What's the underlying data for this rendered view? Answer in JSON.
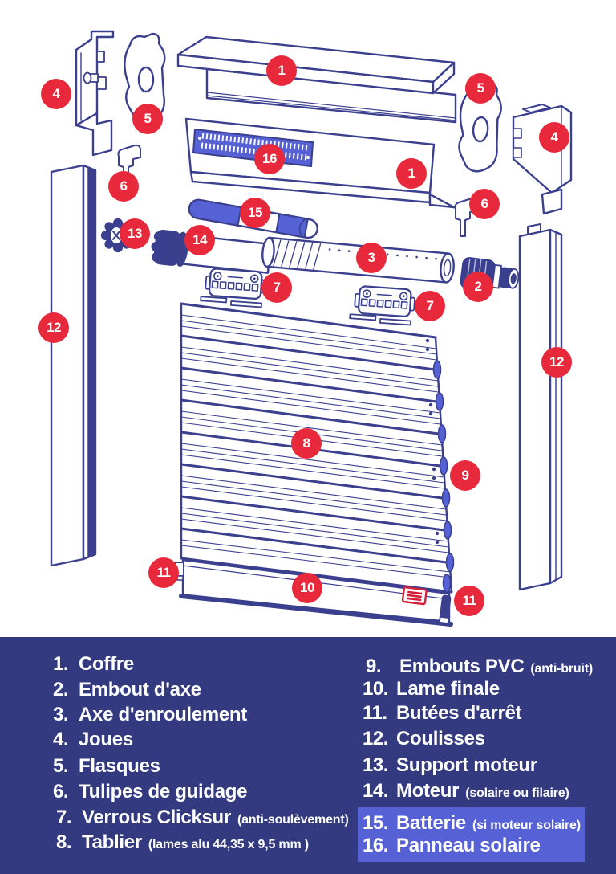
{
  "colors": {
    "line_indigo": "#3a3f8e",
    "accent_periwinkle": "#5561d4",
    "badge_red": "#e8293c",
    "footer_background": "#333a80",
    "highlight_background": "#5561d4",
    "text_white": "#ffffff"
  },
  "diagram": {
    "description": "Exploded technical diagram of a roller shutter (volet roulant) with numbered red part badges",
    "badges": [
      {
        "label": "1"
      },
      {
        "label": "1"
      },
      {
        "label": "2"
      },
      {
        "label": "3"
      },
      {
        "label": "4"
      },
      {
        "label": "4"
      },
      {
        "label": "5"
      },
      {
        "label": "5"
      },
      {
        "label": "6"
      },
      {
        "label": "6"
      },
      {
        "label": "7"
      },
      {
        "label": "7"
      },
      {
        "label": "8"
      },
      {
        "label": "9"
      },
      {
        "label": "10"
      },
      {
        "label": "11"
      },
      {
        "label": "11"
      },
      {
        "label": "12"
      },
      {
        "label": "12"
      },
      {
        "label": "13"
      },
      {
        "label": "14"
      },
      {
        "label": "15"
      },
      {
        "label": "16"
      }
    ]
  },
  "legend": {
    "left": [
      {
        "num": "1.",
        "label": "Coffre",
        "note": ""
      },
      {
        "num": "2.",
        "label": "Embout d'axe",
        "note": ""
      },
      {
        "num": "3.",
        "label": "Axe d'enroulement",
        "note": ""
      },
      {
        "num": "4.",
        "label": "Joues",
        "note": ""
      },
      {
        "num": "5.",
        "label": "Flasques",
        "note": ""
      },
      {
        "num": "6.",
        "label": "Tulipes de guidage",
        "note": ""
      },
      {
        "num": "7.",
        "label": "Verrous Clicksur",
        "note": "(anti-soulèvement)"
      },
      {
        "num": "8.",
        "label": "Tablier",
        "note": "(lames alu 44,35 x 9,5 mm )"
      }
    ],
    "right": [
      {
        "num": "9.",
        "label": "Embouts PVC",
        "note": "(anti-bruit)"
      },
      {
        "num": "10.",
        "label": "Lame finale",
        "note": ""
      },
      {
        "num": "11.",
        "label": "Butées d'arrêt",
        "note": ""
      },
      {
        "num": "12.",
        "label": "Coulisses",
        "note": ""
      },
      {
        "num": "13.",
        "label": "Support moteur",
        "note": ""
      },
      {
        "num": "14.",
        "label": "Moteur",
        "note": "(solaire ou filaire)"
      },
      {
        "num": "15.",
        "label": "Batterie",
        "note": "(si moteur solaire)"
      },
      {
        "num": "16.",
        "label": "Panneau solaire",
        "note": ""
      }
    ]
  }
}
